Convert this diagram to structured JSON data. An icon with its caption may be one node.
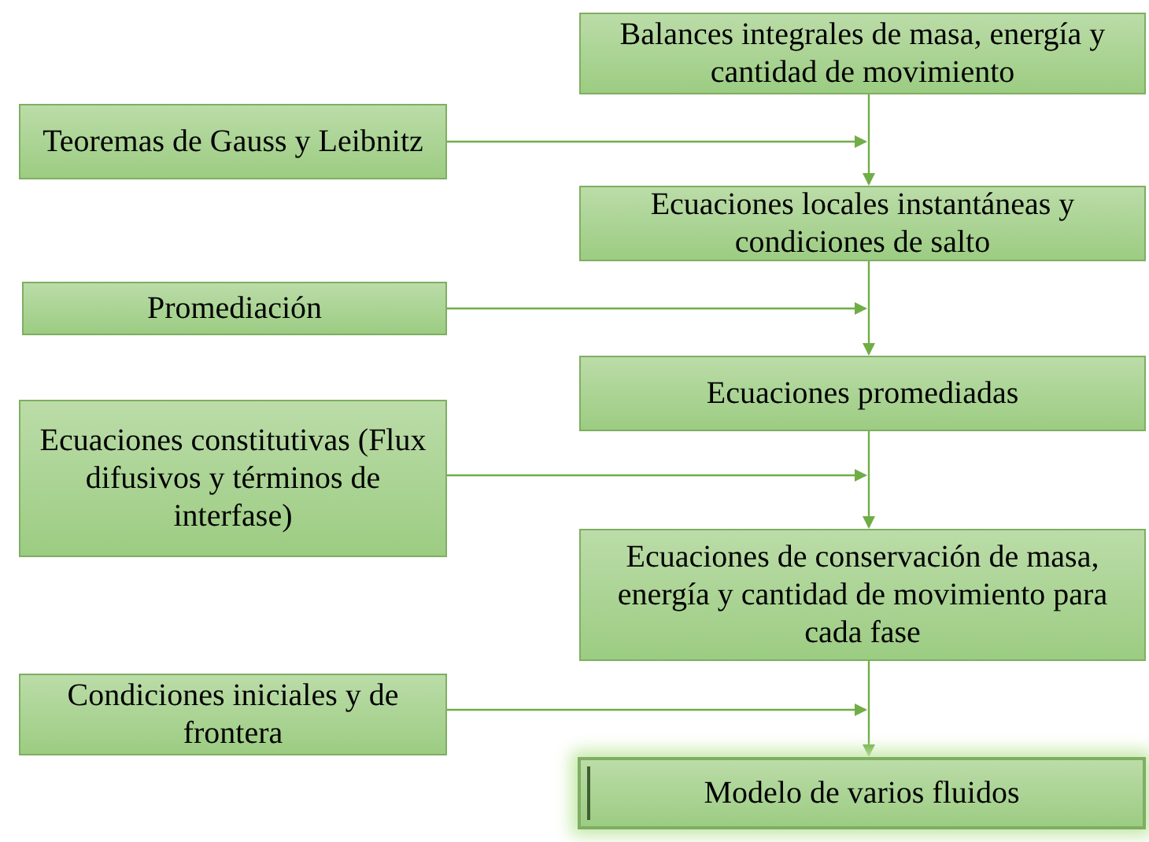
{
  "diagram": {
    "nodes": [
      {
        "text": [
          "Balances integrales de masa, energía y cantidad de movimiento"
        ]
      },
      {
        "text": [
          "Teoremas de Gauss y Leibnitz"
        ]
      },
      {
        "text": [
          "Ecuaciones locales instantáneas y condiciones de salto"
        ]
      },
      {
        "text": [
          "Promediación"
        ]
      },
      {
        "text": [
          "Ecuaciones promediadas"
        ]
      },
      {
        "text": [
          "Ecuaciones constitutivas (Flux difusivos y términos de interfase)"
        ]
      },
      {
        "text": [
          "Ecuaciones de conservación de masa, energía y cantidad de movimiento para cada fase"
        ]
      },
      {
        "text": [
          "Condiciones iniciales y de frontera"
        ]
      },
      {
        "text": [
          "Modelo de varios fluidos"
        ]
      }
    ],
    "edges": [
      {
        "from": 1,
        "to": null,
        "arrow": "to"
      },
      {
        "from": 0,
        "to": 2,
        "arrow": "to"
      },
      {
        "from": 3,
        "to": null,
        "arrow": "to"
      },
      {
        "from": 2,
        "to": 4,
        "arrow": "to"
      },
      {
        "from": 5,
        "to": null,
        "arrow": "to"
      },
      {
        "from": 4,
        "to": 6,
        "arrow": "to"
      },
      {
        "from": 7,
        "to": null,
        "arrow": "to"
      },
      {
        "from": 6,
        "to": 8,
        "arrow": "to"
      }
    ]
  }
}
